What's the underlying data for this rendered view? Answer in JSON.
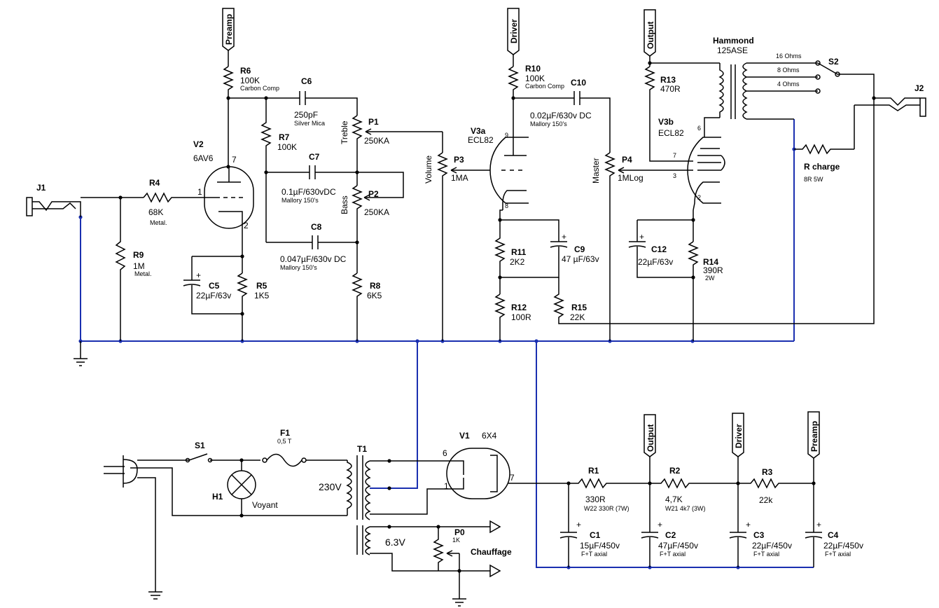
{
  "flags": {
    "preamp_top": "Preamp",
    "driver_top": "Driver",
    "output_top": "Output",
    "output_psu": "Output",
    "driver_psu": "Driver",
    "preamp_psu": "Preamp"
  },
  "transformer": {
    "name": "Hammond",
    "model": "125ASE",
    "tap16": "16 Ohms",
    "tap8": "8 Ohms",
    "tap4": "4 Ohms"
  },
  "switches": {
    "s1": "S1",
    "s2": "S2"
  },
  "jacks": {
    "j1": "J1",
    "j2": "J2"
  },
  "tubes": {
    "v2": {
      "ref": "V2",
      "type": "6AV6",
      "pin1": "1",
      "pin2": "2",
      "pin7": "7"
    },
    "v3a": {
      "ref": "V3a",
      "type": "ECL82",
      "pin9": "9",
      "pin8": "8"
    },
    "v3b": {
      "ref": "V3b",
      "type": "ECL82",
      "pin6": "6",
      "pin7": "7",
      "pin3": "3",
      "pin2": "2"
    },
    "v1": {
      "ref": "V1",
      "type": "6X4",
      "pin6": "6",
      "pin1": "1",
      "pin7": "7"
    }
  },
  "resistors": {
    "r4": {
      "ref": "R4",
      "val": "68K",
      "note": "Metal."
    },
    "r9": {
      "ref": "R9",
      "val": "1M",
      "note": "Metal."
    },
    "r6": {
      "ref": "R6",
      "val": "100K",
      "note": "Carbon Comp"
    },
    "r7": {
      "ref": "R7",
      "val": "100K"
    },
    "r5": {
      "ref": "R5",
      "val": "1K5"
    },
    "r8": {
      "ref": "R8",
      "val": "6K5"
    },
    "r10": {
      "ref": "R10",
      "val": "100K",
      "note": "Carbon Comp"
    },
    "r11": {
      "ref": "R11",
      "val": "2K2"
    },
    "r12": {
      "ref": "R12",
      "val": "100R"
    },
    "r15": {
      "ref": "R15",
      "val": "22K"
    },
    "r13": {
      "ref": "R13",
      "val": "470R"
    },
    "r14": {
      "ref": "R14",
      "val": "390R",
      "note": "2W"
    },
    "rch": {
      "ref": "R charge",
      "val": "8R 5W"
    },
    "r1": {
      "ref": "R1",
      "val": "330R",
      "note": "W22 330R (7W)"
    },
    "r2": {
      "ref": "R2",
      "val": "4,7K",
      "note": "W21 4k7 (3W)"
    },
    "r3": {
      "ref": "R3",
      "val": "22k"
    }
  },
  "caps": {
    "c6": {
      "ref": "C6",
      "val": "250pF",
      "note": "Silver Mica"
    },
    "c7": {
      "ref": "C7",
      "val": "0.1µF/630vDC",
      "note": "Mallory 150's"
    },
    "c8": {
      "ref": "C8",
      "val": "0.047µF/630v DC",
      "note": "Mallory 150's"
    },
    "c5": {
      "ref": "C5",
      "val": "22µF/63v"
    },
    "c10": {
      "ref": "C10",
      "val": "0.02µF/630v DC",
      "note": "Mallory 150's"
    },
    "c9": {
      "ref": "C9",
      "val": "47 µF/63v"
    },
    "c12": {
      "ref": "C12",
      "val": "22µF/63v"
    },
    "c1": {
      "ref": "C1",
      "val": "15µF/450v",
      "note": "F+T  axial"
    },
    "c2": {
      "ref": "C2",
      "val": "47µF/450v",
      "note": "F+T  axial"
    },
    "c3": {
      "ref": "C3",
      "val": "22µF/450v",
      "note": "F+T  axial"
    },
    "c4": {
      "ref": "C4",
      "val": "22µF/450v",
      "note": "F+T  axial"
    }
  },
  "pots": {
    "p1": {
      "ref": "P1",
      "val": "250KA",
      "name": "Treble"
    },
    "p2": {
      "ref": "P2",
      "val": "250KA",
      "name": "Bass"
    },
    "p3": {
      "ref": "P3",
      "val": "1MA",
      "name": "Volume"
    },
    "p4": {
      "ref": "P4",
      "val": "1MLog",
      "name": "Master"
    },
    "p0": {
      "ref": "P0",
      "val": "1K"
    }
  },
  "psu": {
    "f1": {
      "ref": "F1",
      "val": "0,5 T"
    },
    "h1": {
      "ref": "H1",
      "val": "Voyant"
    },
    "t1": {
      "ref": "T1",
      "primary": "230V",
      "heater": "6.3V"
    },
    "heater_label": "Chauffage"
  },
  "plus": "+"
}
